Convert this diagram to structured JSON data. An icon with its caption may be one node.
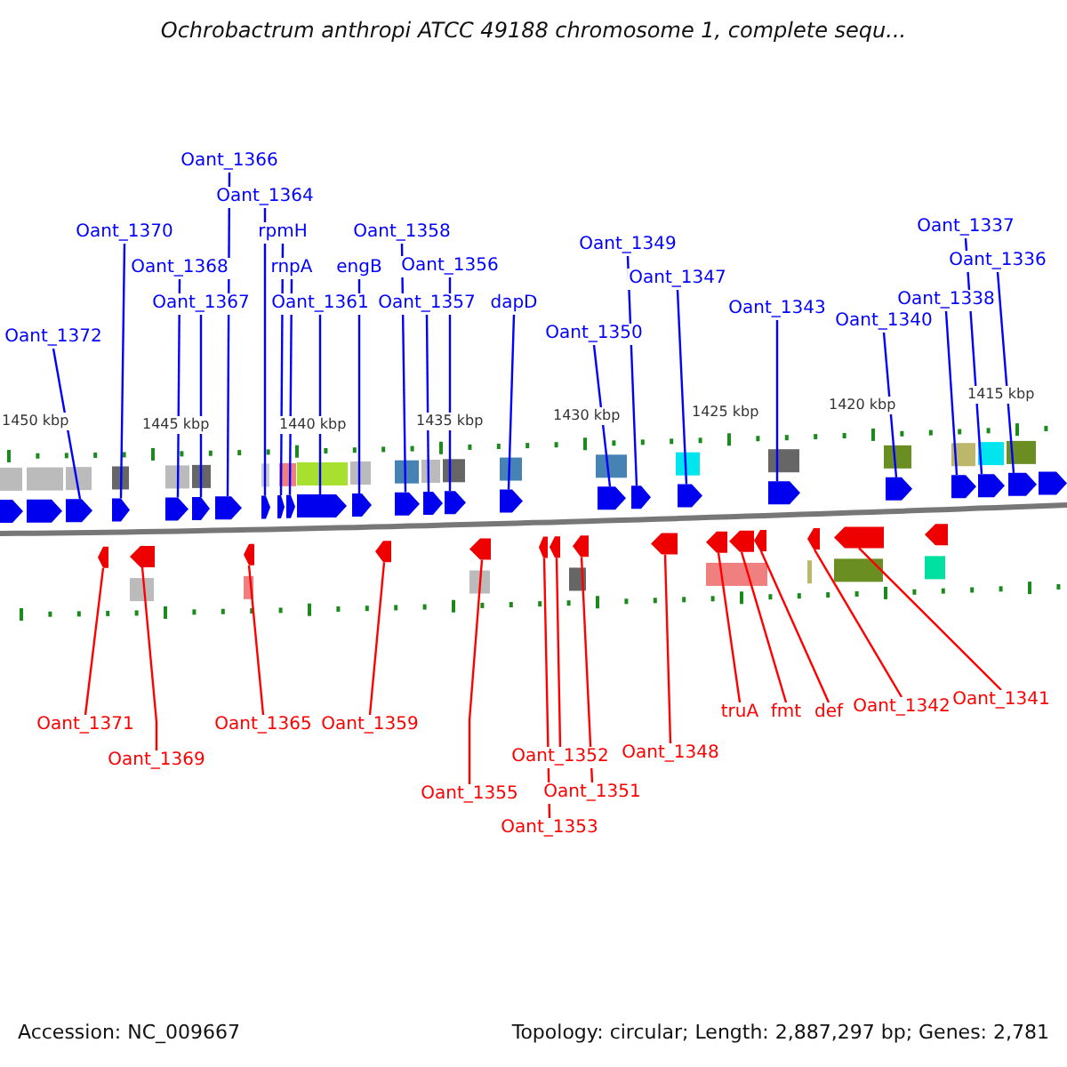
{
  "diagram": {
    "title": "Ochrobactrum anthropi ATCC 49188 chromosome 1, complete sequ...",
    "nodes": [
      {
        "text": [
          "Oant_1372"
        ]
      },
      {
        "text": [
          "Oant_1370"
        ]
      },
      {
        "text": [
          "Oant_1368"
        ]
      },
      {
        "text": [
          "Oant_1367"
        ]
      },
      {
        "text": [
          "Oant_1366"
        ]
      },
      {
        "text": [
          "Oant_1364"
        ]
      },
      {
        "text": [
          "rpmH"
        ]
      },
      {
        "text": [
          "rnpA"
        ]
      },
      {
        "text": [
          "Oant_1361"
        ]
      },
      {
        "text": [
          "engB"
        ]
      },
      {
        "text": [
          "Oant_1358"
        ]
      },
      {
        "text": [
          "Oant_1357"
        ]
      },
      {
        "text": [
          "Oant_1356"
        ]
      },
      {
        "text": [
          "dapD"
        ]
      },
      {
        "text": [
          "Oant_1350"
        ]
      },
      {
        "text": [
          "Oant_1349"
        ]
      },
      {
        "text": [
          "Oant_1347"
        ]
      },
      {
        "text": [
          "Oant_1343"
        ]
      },
      {
        "text": [
          "Oant_1340"
        ]
      },
      {
        "text": [
          "Oant_1338"
        ]
      },
      {
        "text": [
          "Oant_1337"
        ]
      },
      {
        "text": [
          "Oant_1336"
        ]
      },
      {
        "text": [
          "Oant_1371"
        ]
      },
      {
        "text": [
          "Oant_1369"
        ]
      },
      {
        "text": [
          "Oant_1365"
        ]
      },
      {
        "text": [
          "Oant_1359"
        ]
      },
      {
        "text": [
          "Oant_1355"
        ]
      },
      {
        "text": [
          "Oant_1353"
        ]
      },
      {
        "text": [
          "Oant_1352"
        ]
      },
      {
        "text": [
          "Oant_1351"
        ]
      },
      {
        "text": [
          "Oant_1348"
        ]
      },
      {
        "text": [
          "truA"
        ]
      },
      {
        "text": [
          "fmt"
        ]
      },
      {
        "text": [
          "def"
        ]
      },
      {
        "text": [
          "Oant_1342"
        ]
      },
      {
        "text": [
          "Oant_1341"
        ]
      },
      {
        "text": [],
        "shape": "arrow"
      },
      {
        "text": [],
        "shape": "arrow"
      },
      {
        "text": [],
        "shape": "arrow"
      },
      {
        "text": [],
        "shape": "arrow"
      },
      {
        "text": [],
        "shape": "arrow"
      },
      {
        "text": [],
        "shape": "arrow"
      },
      {
        "text": [],
        "shape": "arrow"
      },
      {
        "text": [],
        "shape": "arrow"
      },
      {
        "text": [],
        "shape": "arrow"
      },
      {
        "text": [],
        "shape": "arrow"
      },
      {
        "text": [],
        "shape": "arrow"
      },
      {
        "text": [],
        "shape": "arrow"
      },
      {
        "text": [],
        "shape": "arrow"
      },
      {
        "text": [],
        "shape": "arrow"
      },
      {
        "text": [],
        "shape": "arrow"
      },
      {
        "text": [],
        "shape": "arrow"
      },
      {
        "text": [],
        "shape": "arrow"
      },
      {
        "text": [],
        "shape": "arrow"
      },
      {
        "text": [],
        "shape": "arrow"
      },
      {
        "text": [],
        "shape": "arrow"
      },
      {
        "text": [],
        "shape": "arrow"
      },
      {
        "text": [],
        "shape": "arrow"
      },
      {
        "text": [],
        "shape": "arrow"
      },
      {
        "text": [],
        "shape": "arrow"
      },
      {
        "text": [],
        "shape": "arrow"
      },
      {
        "text": [],
        "shape": "arrow"
      },
      {
        "text": [],
        "shape": "arrow"
      },
      {
        "text": [],
        "shape": "arrow"
      },
      {
        "text": [],
        "shape": "arrow"
      },
      {
        "text": [],
        "shape": "arrow"
      },
      {
        "text": [],
        "shape": "arrow"
      },
      {
        "text": [],
        "shape": "arrow"
      },
      {
        "text": [],
        "shape": "arrow"
      },
      {
        "text": [],
        "shape": "arrow"
      },
      {
        "text": [],
        "shape": "arrow"
      },
      {
        "text": [],
        "shape": "arrow"
      },
      {
        "text": [],
        "shape": "arrow"
      },
      {
        "text": [],
        "shape": "arrow"
      },
      {
        "text": [],
        "shape": "arrow"
      },
      {
        "text": [],
        "shape": "arrow"
      }
    ],
    "edges": [
      {
        "from": 0,
        "to": 38,
        "arrow": "none"
      },
      {
        "from": 1,
        "to": 40,
        "arrow": "none"
      },
      {
        "from": 2,
        "to": 42,
        "arrow": "none"
      },
      {
        "from": 3,
        "to": 43,
        "arrow": "none"
      },
      {
        "from": 4,
        "to": 44,
        "arrow": "none"
      },
      {
        "from": 5,
        "to": 46,
        "arrow": "none"
      },
      {
        "from": 6,
        "to": 47,
        "arrow": "none"
      },
      {
        "from": 7,
        "to": 48,
        "arrow": "none"
      },
      {
        "from": 8,
        "to": 49,
        "arrow": "none"
      },
      {
        "from": 9,
        "to": 50,
        "arrow": "none"
      },
      {
        "from": 10,
        "to": 52,
        "arrow": "none"
      },
      {
        "from": 11,
        "to": 53,
        "arrow": "none"
      },
      {
        "from": 12,
        "to": 54,
        "arrow": "none"
      },
      {
        "from": 13,
        "to": 56,
        "arrow": "none"
      },
      {
        "from": 14,
        "to": 60,
        "arrow": "none"
      },
      {
        "from": 15,
        "to": 61,
        "arrow": "none"
      },
      {
        "from": 16,
        "to": 63,
        "arrow": "none"
      },
      {
        "from": 17,
        "to": 67,
        "arrow": "none"
      },
      {
        "from": 18,
        "to": 70,
        "arrow": "none"
      },
      {
        "from": 19,
        "to": 72,
        "arrow": "none"
      },
      {
        "from": 20,
        "to": 73,
        "arrow": "none"
      },
      {
        "from": 21,
        "to": 74,
        "arrow": "none"
      },
      {
        "from": 22,
        "to": 39,
        "arrow": "none",
        "color": "#ff0000"
      },
      {
        "from": 23,
        "to": 41,
        "arrow": "none",
        "color": "#ff0000"
      },
      {
        "from": 24,
        "to": 45,
        "arrow": "none",
        "color": "#ff0000"
      },
      {
        "from": 25,
        "to": 51,
        "arrow": "none",
        "color": "#ff0000"
      },
      {
        "from": 26,
        "to": 55,
        "arrow": "none",
        "color": "#ff0000"
      },
      {
        "from": 27,
        "to": 57,
        "arrow": "none",
        "color": "#ff0000"
      },
      {
        "from": 28,
        "to": 58,
        "arrow": "none",
        "color": "#ff0000"
      },
      {
        "from": 29,
        "to": 59,
        "arrow": "none",
        "color": "#ff0000"
      },
      {
        "from": 30,
        "to": 62,
        "arrow": "none",
        "color": "#ff0000"
      },
      {
        "from": 31,
        "to": 64,
        "arrow": "none",
        "color": "#ff0000"
      },
      {
        "from": 32,
        "to": 65,
        "arrow": "none",
        "color": "#ff0000"
      },
      {
        "from": 33,
        "to": 66,
        "arrow": "none",
        "color": "#ff0000"
      },
      {
        "from": 34,
        "to": 68,
        "arrow": "none",
        "color": "#ff0000"
      },
      {
        "from": 35,
        "to": 69,
        "arrow": "none",
        "color": "#ff0000"
      }
    ],
    "labels": [
      "1450 kbp",
      "1445 kbp",
      "1440 kbp",
      "1435 kbp",
      "1430 kbp",
      "1425 kbp",
      "1420 kbp",
      "1415 kbp",
      "Accession: NC_009667",
      "Topology: circular; Length: 2,887,297 bp; Genes: 2,781"
    ]
  }
}
